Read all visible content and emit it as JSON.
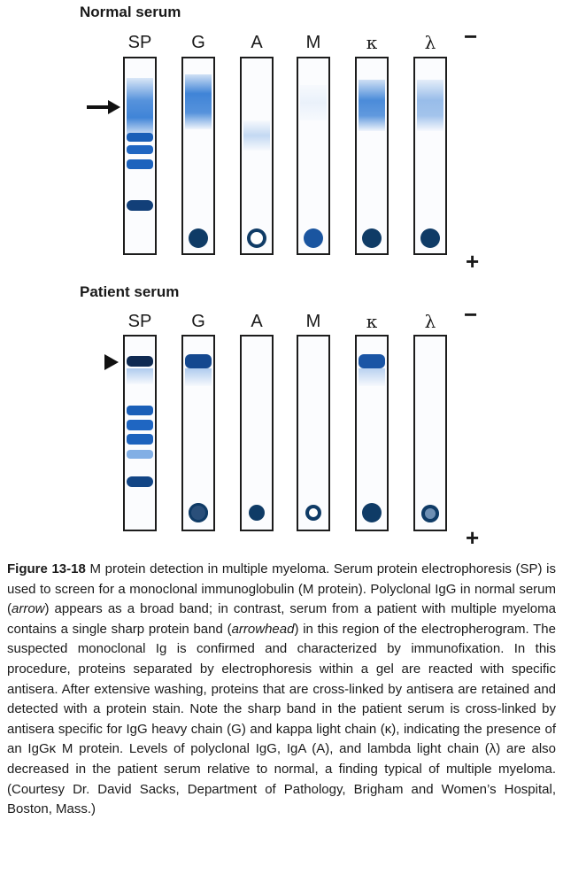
{
  "panels": [
    {
      "id": "normal",
      "title": "Normal serum"
    },
    {
      "id": "patient",
      "title": "Patient serum"
    }
  ],
  "lanes": [
    "SP",
    "G",
    "A",
    "M",
    "κ",
    "λ"
  ],
  "polarity": {
    "negative": "−",
    "positive": "+"
  },
  "caption": {
    "figure_label": "Figure 13-18",
    "text_parts": [
      " M protein detection in multiple myeloma. Serum protein electrophoresis (SP) is used to screen for a monoclonal immunoglobulin (M protein). Polyclonal IgG in normal serum (",
      "arrow",
      ") appears as a broad band; in contrast, serum from a patient with multiple myeloma contains a single sharp protein band (",
      "arrowhead",
      ") in this region of the electropherogram. The suspected monoclonal Ig is confirmed and characterized by immunofixation. In this procedure, proteins separated by electrophoresis within a gel are reacted with specific antisera. After extensive washing, proteins that are cross-linked by antisera are retained and detected with a protein stain. Note the sharp band in the patient serum is cross-linked by antisera specific for IgG heavy chain (G) and kappa light chain (κ), indicating the presence of an IgGκ M protein. Levels of polyclonal IgG, IgA (A), and lambda light chain (λ) are also decreased in the patient serum relative to normal, a finding typical of multiple myeloma. (Courtesy Dr. David Sacks, Department of Pathology, Brigham and Women’s Hospital, Boston, Mass.)"
    ]
  },
  "colors": {
    "stain": "#1f6fd0",
    "well": "#0f3b66",
    "frame": "#1c1c1c"
  }
}
